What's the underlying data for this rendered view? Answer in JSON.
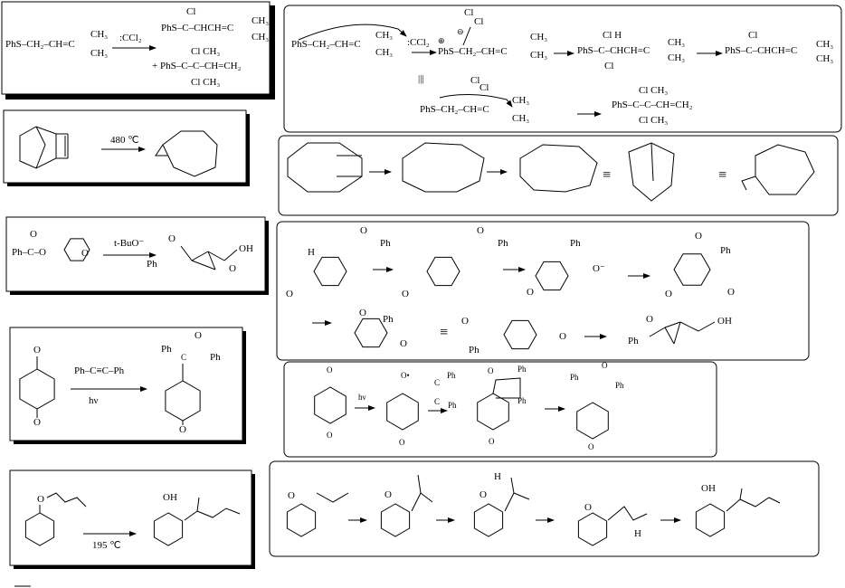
{
  "r1": {
    "reactant": "PhS–CH₂–CH=C",
    "me_top": "CH₃",
    "me_bot": "CH₃",
    "reagent": ":CCl₂",
    "p1_cl": "Cl",
    "p1_main": "PhS–C–CHCH=C",
    "p1_me_top": "CH₃",
    "p1_me_bot": "CH₃",
    "p2_top": "Cl  CH₃",
    "p2_main": "+ PhS–C–C–CH=CH₂",
    "p2_bot": "Cl  CH₃"
  },
  "m1": {
    "reactant": "PhS–CH₂–CH=C",
    "me_top": "CH₃",
    "me_bot": "CH₃",
    "reagent": ":CCl₂",
    "ylide_cl1": "Cl",
    "ylide_cl2": "Cl",
    "ylide_main": "PhS–CH₂–CH=C",
    "ylide_me_top": "CH₃",
    "ylide_me_bot": "CH₃",
    "ylide_minus": "⊖",
    "ylide_plus": "⊕",
    "int_top": "Cl  H",
    "int_main": "PhS–C–CHCH=C",
    "int_cl": "Cl",
    "int_me_top": "CH₃",
    "int_me_bot": "CH₃",
    "p1_cl": "Cl",
    "p1_main": "PhS–C–CHCH=C",
    "p1_me_top": "CH₃",
    "p1_me_bot": "CH₃",
    "equiv": "|||",
    "y2_cl1": "Cl",
    "y2_cl2": "Cl",
    "y2_main": "PhS–CH₂–CH=C",
    "y2_me_top": "CH₃",
    "y2_me_bot": "CH₃",
    "p2_top": "Cl  CH₃",
    "p2_main": "PhS–C–C–CH=CH₂",
    "p2_bot": "Cl  CH₃"
  },
  "r2": {
    "condition": "480 ℃"
  },
  "m2": {
    "equiv1": "≡",
    "equiv2": "≡"
  },
  "r3": {
    "reactant_o": "O",
    "reactant_main": "Ph–C–O",
    "reactant_ketone_o": "O",
    "reagent": "t-BuO⁻",
    "product_o": "O",
    "product_ph": "Ph",
    "product_oh": "OH",
    "product_o2": "O"
  },
  "m3": {
    "h": "H",
    "ph1": "Ph",
    "o1": "O",
    "o_ring1": "O",
    "ph2": "Ph",
    "o2": "O",
    "o_ring2": "O",
    "ph3": "Ph",
    "o3": "O⁻",
    "o_ring3": "O",
    "ph4": "Ph",
    "o4": "O",
    "o_ring4": "O",
    "o4b": "O",
    "ph5": "Ph",
    "o5": "O",
    "o5b": "O",
    "ph6": "Ph",
    "o6": "O",
    "o6b": "O",
    "equiv": "≡",
    "prod_ph": "Ph",
    "prod_o": "O",
    "prod_oh": "OH"
  },
  "r4": {
    "o_top": "O",
    "o_bot": "O",
    "reagent": "Ph–C≡C–Ph",
    "condition": "hν",
    "p_ph1": "Ph",
    "p_c": "C",
    "p_o": "O",
    "p_ph2": "Ph",
    "p_o_bot": "O"
  },
  "m4": {
    "o1": "O",
    "o1b": "O",
    "hv": "hν",
    "o2": "O•",
    "o2b": "O",
    "alk_c1": "C",
    "alk_ph1": "Ph",
    "alk_c2": "C",
    "alk_ph2": "Ph",
    "o3": "O",
    "ph3a": "Ph",
    "ph3b": "Ph",
    "o3b": "O",
    "ph4a": "Ph",
    "o4": "O",
    "ph4b": "Ph",
    "o4b": "O"
  },
  "r5": {
    "reactant_o": "O",
    "condition": "195 ℃",
    "product_oh": "OH"
  },
  "m5": {
    "o1": "O",
    "o2": "O",
    "h3": "H",
    "o3": "O",
    "o4": "O",
    "h4": "H",
    "prod_oh": "OH"
  }
}
